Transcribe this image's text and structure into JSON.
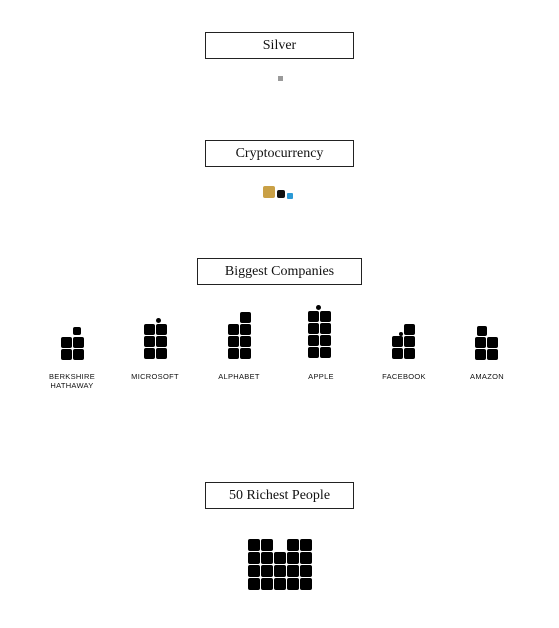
{
  "sections": {
    "silver": {
      "label": "Silver"
    },
    "crypto": {
      "label": "Cryptocurrency"
    },
    "companies": {
      "label": "Biggest Companies"
    },
    "richest": {
      "label": "50 Richest People"
    }
  },
  "companies": [
    {
      "name": "BERKSHIRE HATHAWAY"
    },
    {
      "name": "MICROSOFT"
    },
    {
      "name": "ALPHABET"
    },
    {
      "name": "APPLE"
    },
    {
      "name": "FACEBOOK"
    },
    {
      "name": "AMAZON"
    }
  ],
  "colors": {
    "silver": "#9a9a9a",
    "bitcoin": "#c9a046",
    "ethereum": "#111111",
    "other_crypto": "#2b9ad6",
    "block": "#000000"
  }
}
